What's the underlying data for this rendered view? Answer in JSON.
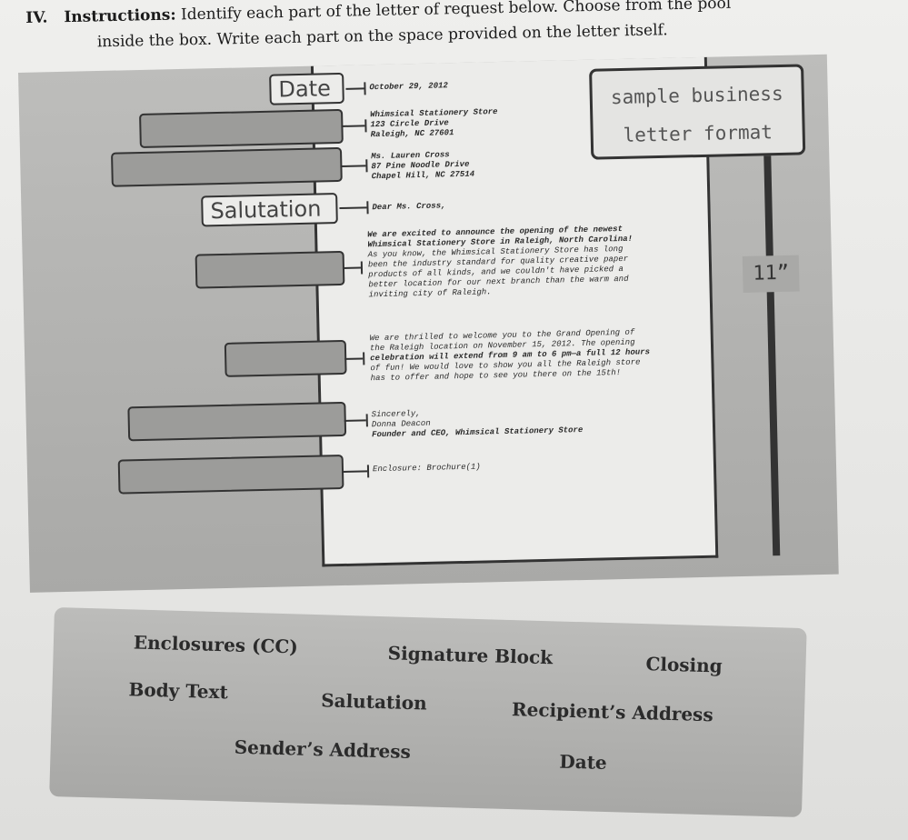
{
  "instructions": {
    "number": "IV.",
    "lead": "Instructions:",
    "line1": "Identify each part of the letter of request below. Choose from the pool",
    "line2": "inside the box. Write each part on the space provided on the letter itself."
  },
  "letter": {
    "date": "October 29, 2012",
    "sender": [
      "Whimsical Stationery Store",
      "123 Circle Drive",
      "Raleigh, NC 27601"
    ],
    "recipient": [
      "Ms. Lauren Cross",
      "87 Pine Noodle Drive",
      "Chapel Hill, NC 27514"
    ],
    "salutation": "Dear Ms. Cross,",
    "body1": [
      "We are excited to announce the opening of the newest",
      "Whimsical Stationery Store in Raleigh, North Carolina!",
      "As you know, the Whimsical Stationery Store has long",
      "been the industry standard for quality creative paper",
      "products of all kinds, and we couldn't have picked a",
      "better location for our next branch than the warm and",
      "inviting city of Raleigh."
    ],
    "body2": [
      "We are thrilled to welcome you to the Grand Opening of",
      "the Raleigh location on November 15, 2012. The opening",
      "celebration will extend from 9 am to 6 pm—a full 12 hours",
      "of fun! We would love to show you all the Raleigh store",
      "has to offer and hope to see you there on the 15th!"
    ],
    "closing": "Sincerely,",
    "signer_name": "Donna Deacon",
    "signer_title": "Founder and CEO, Whimsical Stationery Store",
    "enclosure": "Enclosure: Brochure(1)"
  },
  "labels": {
    "date_answer": "Date",
    "salutation_answer": "Salutation"
  },
  "tag": {
    "line1": "sample business",
    "line2": "letter format"
  },
  "dimension": "11”",
  "pool": {
    "words": [
      "Enclosures (CC)",
      "Signature Block",
      "Closing",
      "Body Text",
      "Salutation",
      "Recipient’s Address",
      "Sender’s Address",
      "Date"
    ]
  }
}
